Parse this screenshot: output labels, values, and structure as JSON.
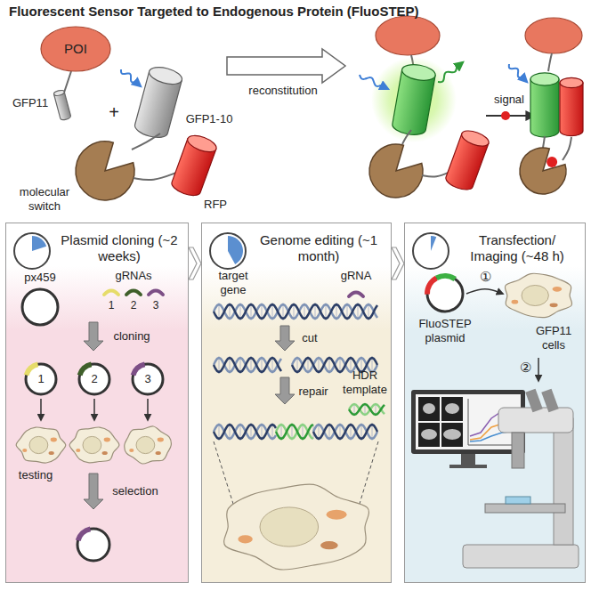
{
  "diagram": {
    "title": "Fluorescent Sensor Targeted to Endogenous Protein (FluoSTEP)",
    "nodes": [
      {
        "text": [
          "POI"
        ]
      },
      {
        "text": [
          "Plasmid cloning (~2 weeks)"
        ]
      },
      {
        "text": [
          "Genome editing (~1 month)"
        ]
      },
      {
        "text": [
          "Transfection/ Imaging (~48 h)"
        ]
      },
      {
        "text": [
          "1"
        ],
        "in": 1
      },
      {
        "text": [
          "2"
        ],
        "in": 1
      },
      {
        "text": [
          "3"
        ],
        "in": 1
      }
    ],
    "edges": [
      {
        "from": 1,
        "to": 2,
        "arrow": "to"
      },
      {
        "from": 2,
        "to": 3,
        "arrow": "to"
      }
    ],
    "labels": [
      "GFP11",
      "+",
      "GFP1-10",
      "molecular switch",
      "RFP",
      "reconstitution",
      "signal",
      "px459",
      "gRNAs",
      "1",
      "2",
      "3",
      "cloning",
      "testing",
      "selection",
      "target gene",
      "gRNA",
      "cut",
      "repair",
      "HDR template",
      "FluoSTEP plasmid",
      "①",
      "GFP11 cells",
      "②"
    ]
  }
}
